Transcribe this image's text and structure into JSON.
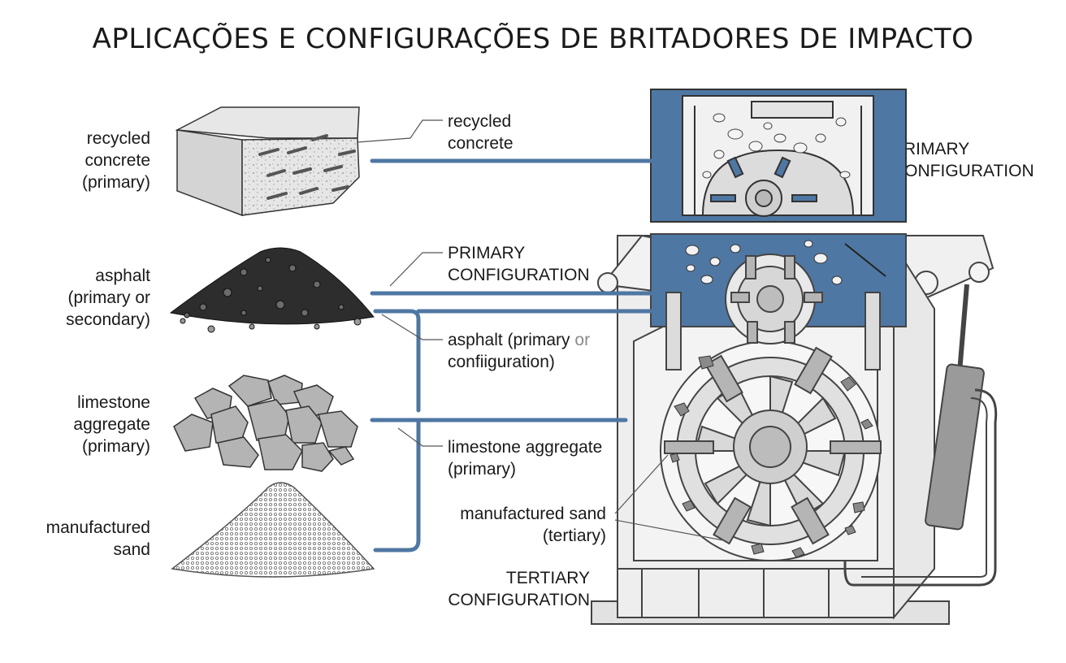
{
  "title": "APLICAÇÕES E CONFIGURAÇÕES DE BRITADORES DE IMPACTO",
  "accent_color": "#4f77a3",
  "materials": [
    {
      "id": "recycled-concrete",
      "lines": [
        "recycled",
        "concrete",
        "(primary)"
      ]
    },
    {
      "id": "asphalt",
      "lines": [
        "asphalt",
        "(primary or",
        "secondary)"
      ]
    },
    {
      "id": "limestone-aggregate",
      "lines": [
        "limestone",
        "aggregate",
        "(primary)"
      ]
    },
    {
      "id": "manufactured-sand",
      "lines": [
        "manufactured",
        "sand"
      ]
    }
  ],
  "callouts": {
    "recycled_concrete": [
      "recycled",
      "concrete"
    ],
    "primary_config": [
      "PRIMARY",
      "CONFIGURATION"
    ],
    "asphalt": {
      "line1": "asphalt (primary",
      "line1_grey": "or",
      "line2": "confiiguration)"
    },
    "limestone": [
      "limestone aggregate",
      "(primary)"
    ],
    "sand": [
      "manufactured sand",
      "(tertiary)"
    ]
  },
  "side_labels": {
    "primary_configuration": [
      "PRIMARY",
      "CONFIGURATION"
    ],
    "tertiary_configuration": [
      "TERTIARY",
      "CONFIGURATION"
    ]
  }
}
